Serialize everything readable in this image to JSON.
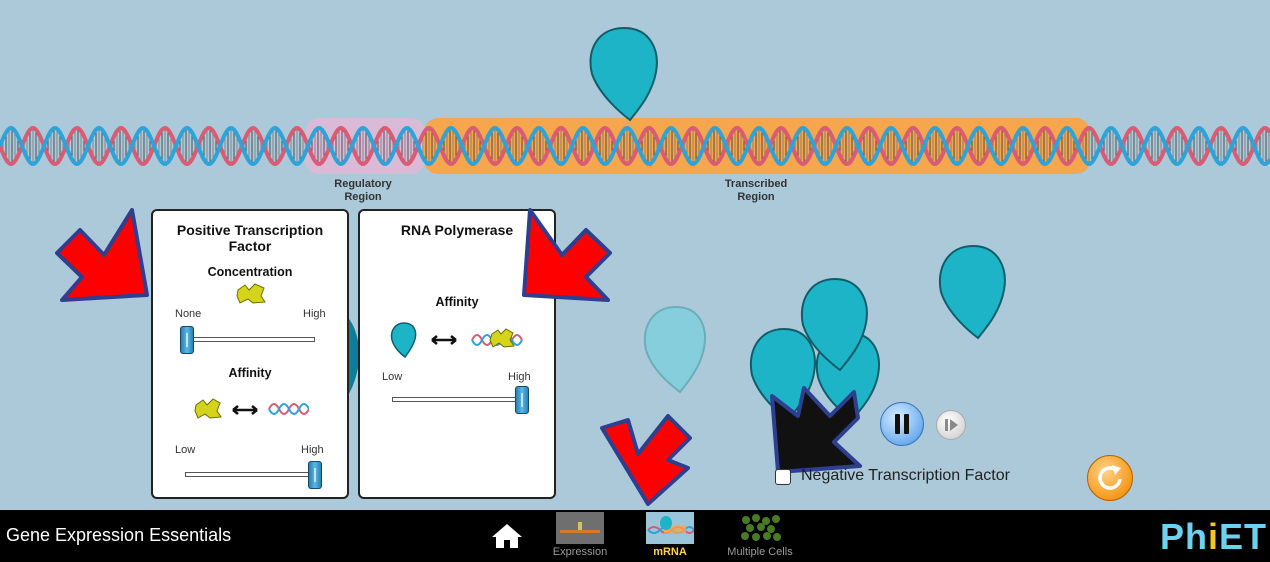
{
  "app": {
    "title": "Gene Expression Essentials",
    "brand": "PhET"
  },
  "dna": {
    "regulatory_label": "Regulatory\nRegion",
    "transcribed_label": "Transcribed\nRegion",
    "colors": {
      "strand_a": "#d95b74",
      "strand_b": "#2ea3d8",
      "regulatory": "#e7b8d6",
      "transcribed": "#f6a64d"
    }
  },
  "positive_tf_panel": {
    "title_line1": "Positive Transcription",
    "title_line2": "Factor",
    "concentration_label": "Concentration",
    "concentration_min": "None",
    "concentration_max": "High",
    "concentration_value": 0.0,
    "affinity_label": "Affinity",
    "affinity_min": "Low",
    "affinity_max": "High",
    "affinity_value": 1.0
  },
  "rna_polymerase_panel": {
    "title": "RNA Polymerase",
    "affinity_label": "Affinity",
    "affinity_min": "Low",
    "affinity_max": "High",
    "affinity_value": 1.0
  },
  "controls": {
    "negative_tf_label": "Negative Transcription Factor",
    "negative_tf_checked": false,
    "play_state": "playing",
    "pause_icon": "pause-icon",
    "step_icon": "step-forward-icon",
    "reset_icon": "reset-icon"
  },
  "navbar": {
    "home_icon": "home-icon",
    "tabs": [
      {
        "label": "Expression",
        "active": false
      },
      {
        "label": "mRNA",
        "active": true
      },
      {
        "label": "Multiple Cells",
        "active": false
      }
    ]
  },
  "annotations": {
    "arrow_color": "#ff0000",
    "arrow_border": "#2e3f8f",
    "black_arrow_color": "#111111"
  }
}
